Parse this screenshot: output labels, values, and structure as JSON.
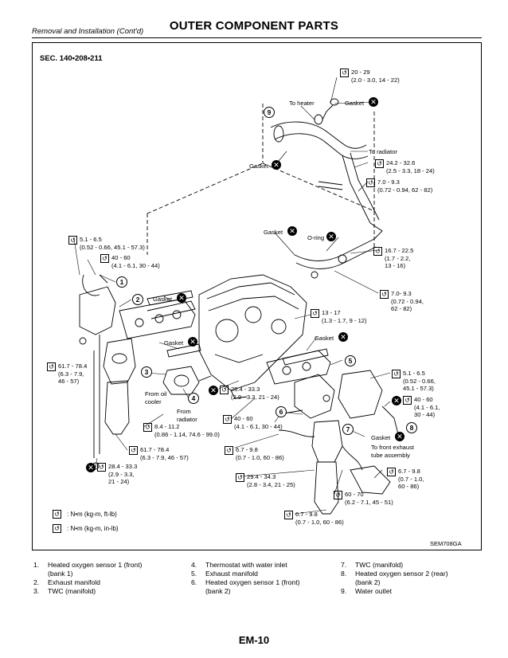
{
  "header": {
    "title": "OUTER COMPONENT PARTS",
    "subtitle": "Removal and Installation (Cont'd)"
  },
  "figure": {
    "section": "SEC. 140•208•211",
    "code": "SEM708GA",
    "labels": {
      "to_heater": "To heater",
      "to_radiator": "To radiator",
      "gasket": "Gasket",
      "o_ring": "O-ring",
      "from_oil_cooler": "From oil\ncooler",
      "from_radiator": "From\nradiator",
      "to_front_exhaust": "To front exhaust\ntube assembly"
    },
    "torques": {
      "t1": "20 - 29\n(2.0 - 3.0, 14 - 22)",
      "t2": "24.2 - 32.6\n(2.5 - 3.3, 18 - 24)",
      "t3": "7.0 - 9.3\n(0.72 - 0.94, 62 - 82)",
      "t4": "5.1 - 6.5\n(0.52 - 0.66, 45.1 - 57.3)",
      "t5": "40 - 60\n(4.1 - 6.1, 30 - 44)",
      "t6": "16.7 - 22.5\n(1.7 - 2.2,\n13 - 16)",
      "t7": "7.0- 9.3\n(0.72 - 0.94,\n62 - 82)",
      "t8": "13 - 17\n(1.3 - 1.7, 9 - 12)",
      "t9": "61.7 - 78.4\n(6.3 - 7.9,\n46 - 57)",
      "t10": "5.1 - 6.5\n(0.52 - 0.66,\n45.1 - 57.3)",
      "t11": "28.4 - 33.3\n(2.9 - 3.3, 21 - 24)",
      "t12": "40 - 60\n(4.1 - 6.1,\n30 - 44)",
      "t13": "8.4 - 11.2\n(0.86 - 1.14, 74.6 - 99.0)",
      "t14": "40 - 60\n(4.1 - 6.1, 30 - 44)",
      "t15": "61.7 - 78.4\n(6.3 - 7.9, 46 - 57)",
      "t16": "6.7 - 9.8\n(0.7 - 1.0, 60 - 86)",
      "t17": "28.4 - 33.3\n(2.9 - 3.3,\n21 - 24)",
      "t18": "29.4 - 34.3\n(2.8 - 3.4, 21 - 25)",
      "t19": "6.7 - 9.8\n(0.7 - 1.0,\n60 - 86)",
      "t20": "60 - 70\n(6.2 - 7.1, 45 - 51)",
      "t21": "6.7 - 9.8\n(0.7 - 1.0, 60 - 86)"
    },
    "callouts": [
      "1",
      "2",
      "3",
      "4",
      "5",
      "6",
      "7",
      "8",
      "9"
    ],
    "legend": {
      "ftlb": ": N•m (kg-m, ft-lb)",
      "inlb": ": N•m (kg-m, in-lb)"
    }
  },
  "parts": [
    {
      "num": "1.",
      "text": "Heated oxygen sensor 1 (front)\n(bank 1)"
    },
    {
      "num": "2.",
      "text": "Exhaust manifold"
    },
    {
      "num": "3.",
      "text": "TWC (manifold)"
    },
    {
      "num": "4.",
      "text": "Thermostat with water inlet"
    },
    {
      "num": "5.",
      "text": "Exhaust manifold"
    },
    {
      "num": "6.",
      "text": "Heated oxygen sensor 1 (front)\n(bank 2)"
    },
    {
      "num": "7.",
      "text": "TWC (manifold)"
    },
    {
      "num": "8.",
      "text": "Heated oxygen sensor 2 (rear)\n(bank 2)"
    },
    {
      "num": "9.",
      "text": "Water outlet"
    }
  ],
  "footer": {
    "page": "EM-10"
  }
}
